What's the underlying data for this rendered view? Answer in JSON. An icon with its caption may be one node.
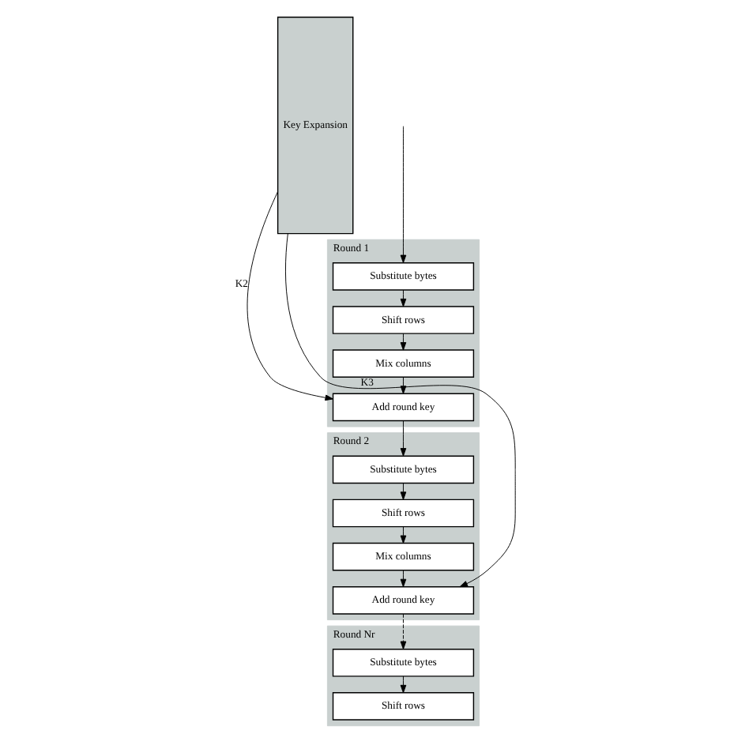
{
  "diagram": {
    "nodes": [
      {
        "text": [
          "Round 1"
        ]
      },
      {
        "text": [
          "Substitute bytes"
        ],
        "in": 0
      },
      {
        "text": [
          "Shift rows"
        ],
        "in": 0
      },
      {
        "text": [
          "Mix columns"
        ],
        "in": 0
      },
      {
        "text": [
          "Add round key"
        ],
        "in": 0
      },
      {
        "text": [
          "Round 2"
        ]
      },
      {
        "text": [
          "Substitute bytes"
        ],
        "in": 5
      },
      {
        "text": [
          "Shift rows"
        ],
        "in": 5
      },
      {
        "text": [
          "Mix columns"
        ],
        "in": 5
      },
      {
        "text": [
          "Add round key"
        ],
        "in": 5
      },
      {
        "text": [
          "Round Nr"
        ]
      },
      {
        "text": [
          "Substitute bytes"
        ],
        "in": 10
      },
      {
        "text": [
          "Shift rows"
        ],
        "in": 10
      },
      {
        "text": [
          "Key Expansion"
        ]
      }
    ],
    "edges": [
      {
        "from": null,
        "to": 1,
        "arrow": "to"
      },
      {
        "from": 1,
        "to": 2,
        "arrow": "to"
      },
      {
        "from": 2,
        "to": 3,
        "arrow": "to"
      },
      {
        "from": 3,
        "to": 4,
        "arrow": "to"
      },
      {
        "from": 4,
        "to": 6,
        "arrow": "to"
      },
      {
        "from": 13,
        "to": 4,
        "arrow": "to",
        "label": "K2"
      },
      {
        "from": 6,
        "to": 7,
        "arrow": "to"
      },
      {
        "from": 7,
        "to": 8,
        "arrow": "to"
      },
      {
        "from": 8,
        "to": 9,
        "arrow": "to"
      },
      {
        "from": 13,
        "to": 9,
        "arrow": "to",
        "label": "K3"
      },
      {
        "from": 9,
        "to": 11,
        "arrow": "to",
        "style": "dashed"
      },
      {
        "from": 11,
        "to": 12,
        "arrow": "to"
      }
    ]
  }
}
